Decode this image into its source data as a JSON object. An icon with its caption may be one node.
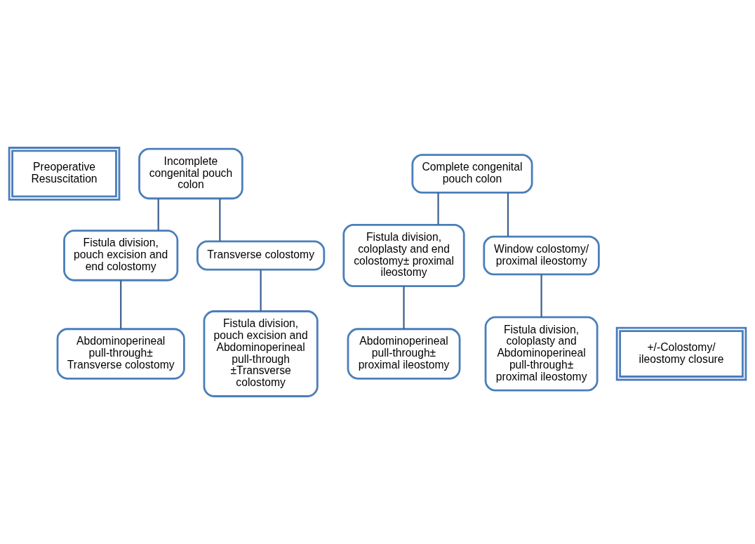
{
  "diagram": {
    "nodes": [
      {
        "text": [
          "Preoperative Resuscitation"
        ]
      },
      {
        "text": [
          "Incomplete congenital pouch colon"
        ]
      },
      {
        "text": [
          "Complete congenital pouch colon"
        ]
      },
      {
        "text": [
          "Fistula division, pouch excision and end colostomy"
        ]
      },
      {
        "text": [
          "Transverse colostomy"
        ]
      },
      {
        "text": [
          "Fistula division, coloplasty and end colostomy± proximal ileostomy"
        ]
      },
      {
        "text": [
          "Window colostomy/ proximal ileostomy"
        ]
      },
      {
        "text": [
          "Abdominoperineal pull-through± Transverse colostomy"
        ]
      },
      {
        "text": [
          "Fistula division, pouch excision and Abdominoperineal pull-through ±Transverse colostomy"
        ]
      },
      {
        "text": [
          "Abdominoperineal pull-through± proximal ileostomy"
        ]
      },
      {
        "text": [
          "Fistula division, coloplasty and Abdominoperineal pull-through± proximal ileostomy"
        ]
      },
      {
        "text": [
          "+/-Colostomy/ ileostomy closure"
        ]
      }
    ],
    "edges": [
      {
        "from": 1,
        "to": 3,
        "arrow": "none"
      },
      {
        "from": 1,
        "to": 4,
        "arrow": "none"
      },
      {
        "from": 3,
        "to": 7,
        "arrow": "none"
      },
      {
        "from": 4,
        "to": 8,
        "arrow": "none"
      },
      {
        "from": 2,
        "to": 5,
        "arrow": "none"
      },
      {
        "from": 2,
        "to": 6,
        "arrow": "none"
      },
      {
        "from": 5,
        "to": 9,
        "arrow": "none"
      },
      {
        "from": 6,
        "to": 10,
        "arrow": "none"
      }
    ]
  }
}
